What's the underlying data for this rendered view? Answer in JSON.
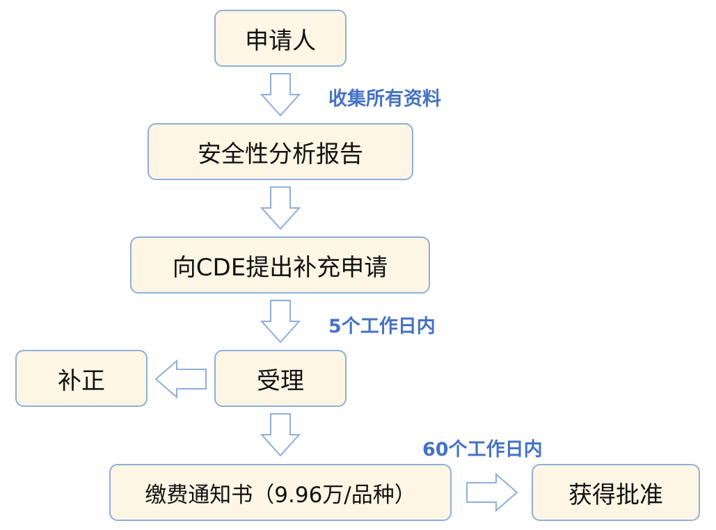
{
  "nodes": {
    "applicant": "申请人",
    "safety_report": "安全性分析报告",
    "submit_cde": "向CDE提出补充申请",
    "acceptance": "受理",
    "supplement": "补正",
    "payment_notice": "缴费通知书（9.96万/品种）",
    "approval": "获得批准"
  },
  "annotations": {
    "collect_materials": "收集所有资料",
    "five_working_days": "5个工作日内",
    "sixty_working_days": "60个工作日内"
  },
  "colors": {
    "node_fill": "#fdf6e4",
    "node_border": "#8eaed8",
    "annotation_text": "#4472c4",
    "arrow_outline": "#8eaed8"
  }
}
